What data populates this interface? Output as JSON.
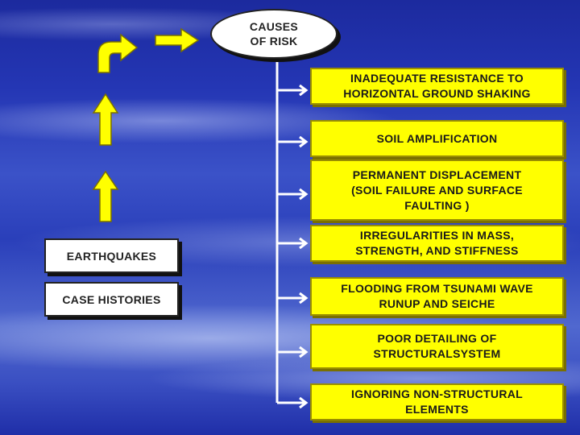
{
  "title": {
    "line1": "CAUSES",
    "line2": "OF RISK"
  },
  "left_boxes": [
    {
      "label": "EARTHQUAKES"
    },
    {
      "label": "CASE HISTORIES"
    }
  ],
  "causes": [
    {
      "line1": "INADEQUATE RESISTANCE TO",
      "line2": "HORIZONTAL GROUND SHAKING",
      "line3": ""
    },
    {
      "line1": "SOIL AMPLIFICATION",
      "line2": "",
      "line3": ""
    },
    {
      "line1": "PERMANENT DISPLACEMENT",
      "line2": "(SOIL FAILURE AND SURFACE",
      "line3": "FAULTING )"
    },
    {
      "line1": "IRREGULARITIES IN MASS,",
      "line2": "STRENGTH, AND STIFFNESS",
      "line3": ""
    },
    {
      "line1": "FLOODING FROM TSUNAMI WAVE",
      "line2": "RUNUP AND SEICHE",
      "line3": ""
    },
    {
      "line1": "POOR DETAILING OF",
      "line2": "STRUCTURALSYSTEM",
      "line3": ""
    },
    {
      "line1": "IGNORING NON-STRUCTURAL",
      "line2": "ELEMENTS",
      "line3": ""
    }
  ],
  "colors": {
    "cause_fill": "#ffff00",
    "arrow_fill": "#ffff00",
    "box_fill": "#ffffff",
    "connector": "#ffffff"
  }
}
